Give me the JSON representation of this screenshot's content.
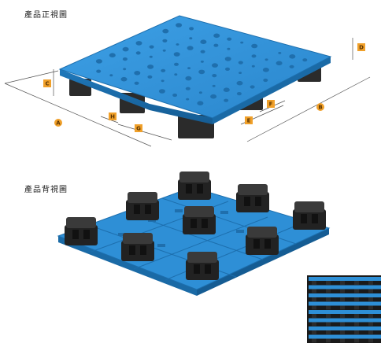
{
  "front_view": {
    "title": "產品正視圖",
    "dimension_labels": [
      "A",
      "B",
      "C",
      "D",
      "E",
      "F",
      "G",
      "H"
    ]
  },
  "back_view": {
    "title": "產品背視圖"
  },
  "colors": {
    "pallet_blue": "#2e8fd6",
    "pallet_dark_blue": "#1d6fae",
    "foot_black": "#2b2b2b",
    "dimension_badge": "#f0a02a"
  }
}
